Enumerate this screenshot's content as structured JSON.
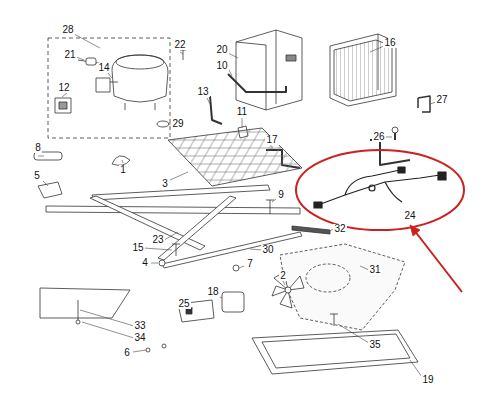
{
  "diagram": {
    "labels": [
      "28",
      "21",
      "22",
      "14",
      "20",
      "10",
      "16",
      "12",
      "13",
      "29",
      "11",
      "27",
      "17",
      "26",
      "8",
      "1",
      "3",
      "5",
      "9",
      "24",
      "32",
      "23",
      "15",
      "30",
      "31",
      "4",
      "7",
      "2",
      "18",
      "25",
      "33",
      "34",
      "6",
      "35",
      "19"
    ]
  }
}
